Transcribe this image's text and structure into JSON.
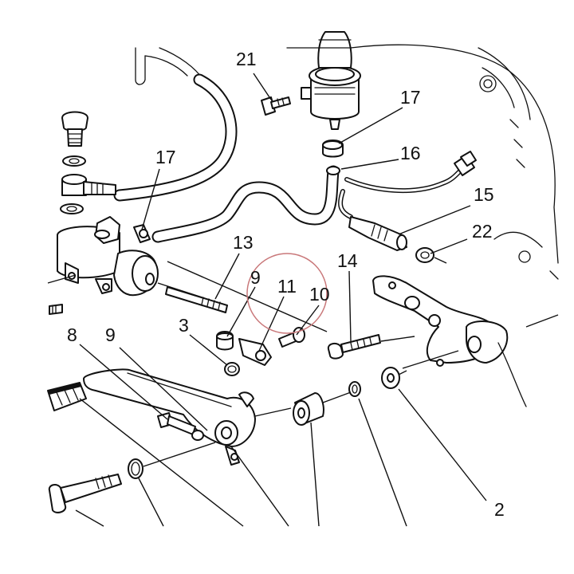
{
  "callouts": {
    "c21": "21",
    "c17_top": "17",
    "c17_left": "17",
    "c16": "16",
    "c15": "15",
    "c22": "22",
    "c13": "13",
    "c14": "14",
    "c9_upper": "9",
    "c11": "11",
    "c10": "10",
    "c3": "3",
    "c8": "8",
    "c9_lower": "9",
    "c2": "2"
  },
  "colors": {
    "ink": "#111111",
    "background": "#ffffff",
    "highlight_circle": "#c9787a"
  }
}
